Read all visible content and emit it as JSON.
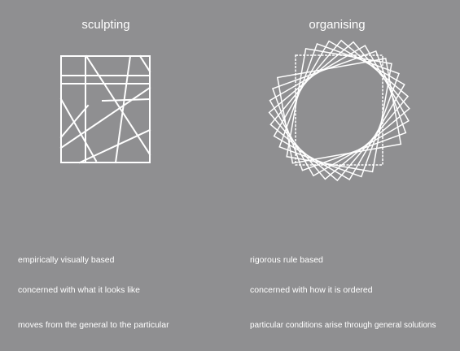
{
  "colors": {
    "background": "#8f8f91",
    "foreground": "#ffffff"
  },
  "columns": [
    {
      "heading": "sculpting",
      "lines": [
        "empirically visually based",
        "concerned with what it looks like",
        "moves from the general to the particular"
      ]
    },
    {
      "heading": "organising",
      "lines": [
        "rigorous rule based",
        "concerned with how it is ordered",
        "particular conditions arise through general solutions"
      ]
    }
  ]
}
